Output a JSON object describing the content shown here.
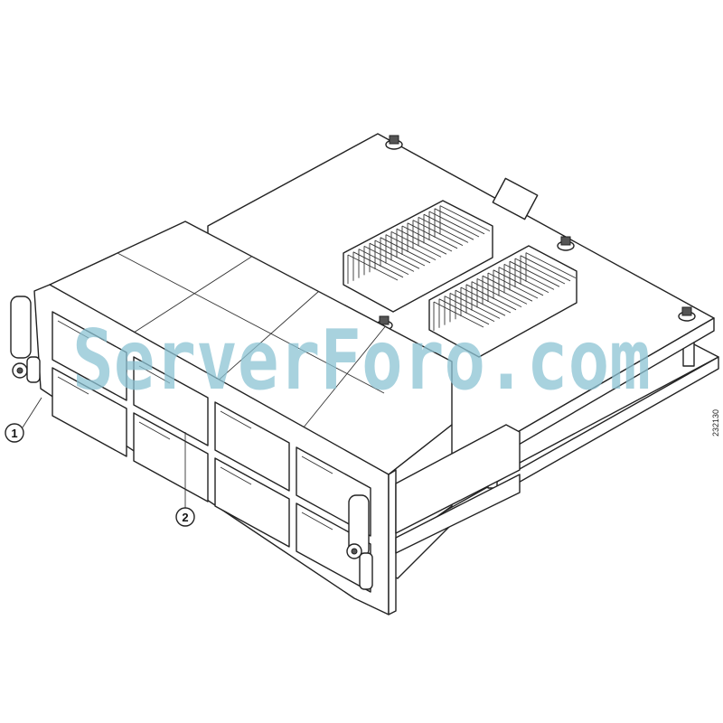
{
  "figure": {
    "callouts": [
      {
        "number": "1"
      },
      {
        "number": "2"
      }
    ],
    "figure_id": "232130",
    "watermark": "ServerForo.com",
    "colors": {
      "line": "#222222",
      "watermark": "#8cc3d4",
      "background": "#ffffff"
    }
  }
}
